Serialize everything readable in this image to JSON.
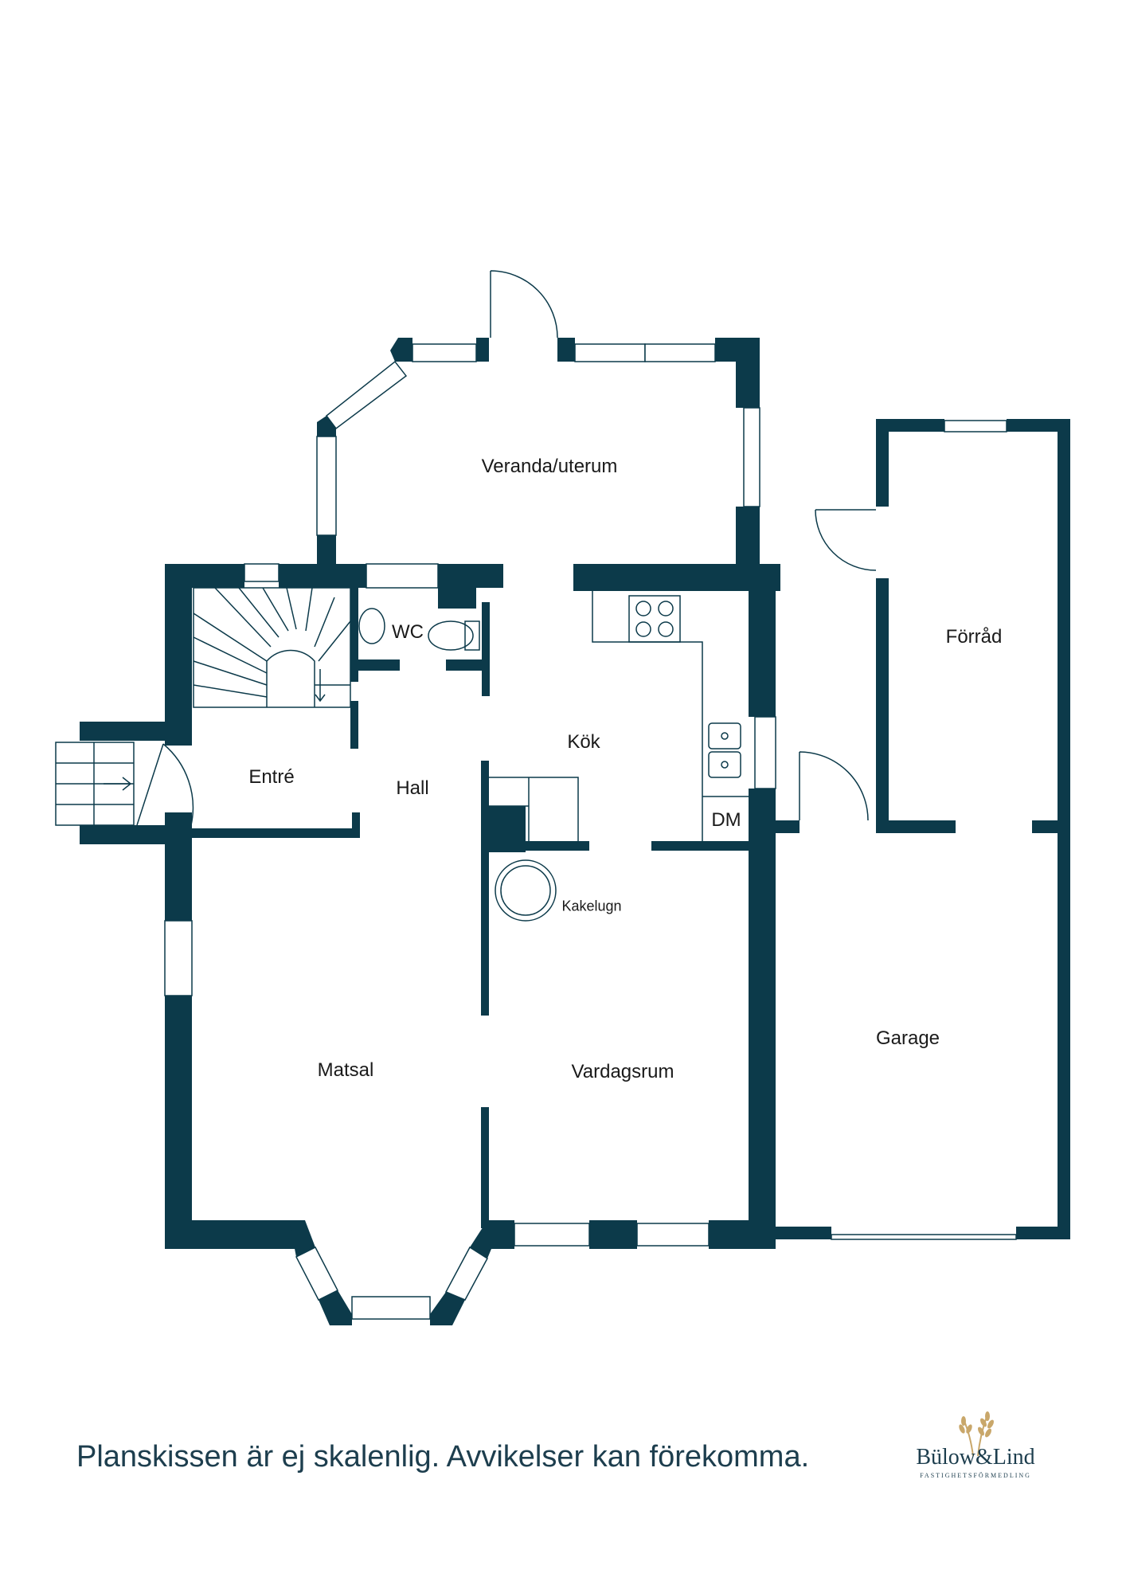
{
  "colors": {
    "wall": "#0c3a4a",
    "line": "#0c3a4a",
    "text": "#1a1a1a",
    "footer_text": "#1d3e4e",
    "logo_wheat": "#c9a76a"
  },
  "rooms": {
    "veranda": "Veranda/uterum",
    "wc": "WC",
    "kok": "Kök",
    "entre": "Entré",
    "hall": "Hall",
    "dm": "DM",
    "kakelugn": "Kakelugn",
    "matsal": "Matsal",
    "vardagsrum": "Vardagsrum",
    "forrad": "Förråd",
    "garage": "Garage"
  },
  "footer": {
    "disclaimer": "Planskissen är ej skalenlig. Avvikelser kan förekomma."
  },
  "logo": {
    "name": "Bülow&Lind",
    "subtitle": "FASTIGHETSFÖRMEDLING",
    "icon": "wheat-icon"
  }
}
